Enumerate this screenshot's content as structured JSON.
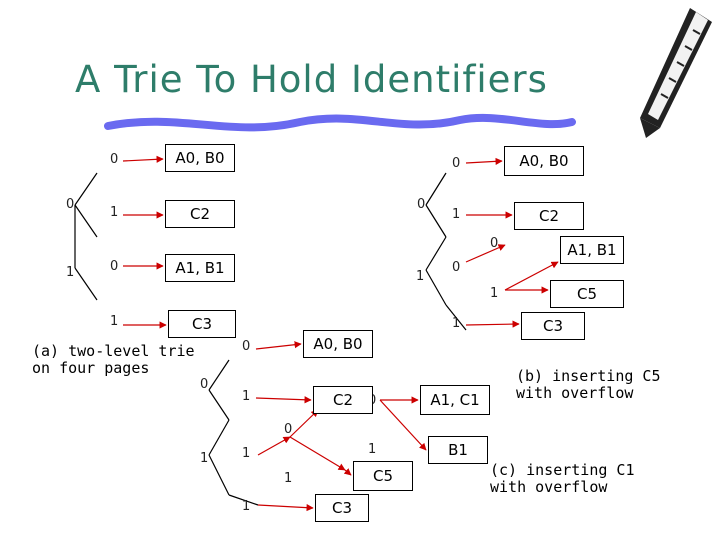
{
  "title": "A Trie To Hold Identifiers",
  "captions": {
    "a": [
      "(a) two-level trie",
      "on four pages"
    ],
    "b": [
      "(b) inserting C5",
      "with overflow"
    ],
    "c": [
      "(c) inserting C1",
      "with overflow"
    ]
  },
  "trie_a": {
    "edge_labels": [
      "0",
      "1",
      "0",
      "1",
      "0",
      "1"
    ],
    "leaves": [
      "A0, B0",
      "C2",
      "A1, B1",
      "C3"
    ]
  },
  "trie_b": {
    "edge_labels": [
      "0",
      "0",
      "1",
      "0",
      "0",
      "1",
      "1",
      "1"
    ],
    "leaves": [
      "A0, B0",
      "C2",
      "A1, B1",
      "C5",
      "C3"
    ]
  },
  "trie_c": {
    "edge_labels": [
      "0",
      "0",
      "1",
      "0",
      "0",
      "1",
      "1",
      "1",
      "1"
    ],
    "leaves": [
      "A0, B0",
      "C2",
      "A1, C1",
      "B1",
      "C5",
      "C3"
    ]
  },
  "colors": {
    "title": "#2e7d6a",
    "underline": "#6a6af0",
    "arrow": "#cc0000",
    "edge": "#000000"
  }
}
